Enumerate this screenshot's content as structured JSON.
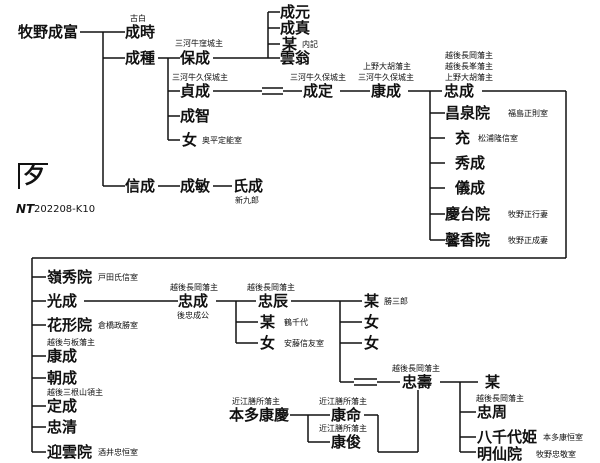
{
  "diagram": {
    "code": "202208-K10",
    "logo_text": "NT",
    "nodes": {
      "makino_narutomi": "牧野成富",
      "narutoki_title": "古白",
      "narutoki": "成時",
      "naritane": "成種",
      "nobushige": "信成",
      "yasunari_title": "三河牛窪城主",
      "yasunari": "保成",
      "sadanari_title": "三河牛久保城主",
      "sadanari": "貞成",
      "naritomo": "成智",
      "onna1": "女",
      "onna1_note": "奥平定能室",
      "narimoto": "成元",
      "narizane": "成真",
      "bou1": "某",
      "bou1_note": "内記",
      "unou": "雲翁",
      "narisada_title": "三河牛久保城主",
      "narisada": "成定",
      "yasunari2_title_1": "上野大胡藩主",
      "yasunari2_title_2": "三河牛久保城主",
      "yasunari2": "康成",
      "tadanari_title_1": "越後長岡藩主",
      "tadanari_title_2": "越後長峯藩主",
      "tadanari_title_3": "上野大胡藩主",
      "tadanari": "忠成",
      "shosenin": "昌泉院",
      "shosenin_note": "福島正則室",
      "mitsuru": "充",
      "mitsuru_note": "松浦隆信室",
      "hidenari": "秀成",
      "ginari": "儀成",
      "keidaiin": "慶台院",
      "keidaiin_note": "牧野正行妻",
      "keikoin": "馨香院",
      "keikoin_note": "牧野正成妻",
      "naritoshi": "成敏",
      "ujinari": "氏成",
      "ujinari_note": "新九郎",
      "reishuin": "嶺秀院",
      "reishuin_note": "戸田氏信室",
      "mitsunari": "光成",
      "kakeiin": "花形院",
      "kakeiin_note": "倉橋政勝室",
      "yasunari3_title": "越後与板藩主",
      "yasunari3": "康成",
      "asanari": "朝成",
      "sadanari2_title": "越後三根山領主",
      "sadanari2": "定成",
      "tadakiyo": "忠清",
      "geiunin": "迎雲院",
      "geiunin_note": "酒井忠恒室",
      "tadanari2_title": "越後長岡藩主",
      "tadanari2": "忠成",
      "tadanari2_note": "後忠成公",
      "tadatoki_title": "越後長岡藩主",
      "tadatoki": "忠辰",
      "bou2": "某",
      "bou2_note": "鶴千代",
      "onna2": "女",
      "onna2_note": "安藤信友室",
      "bou3": "某",
      "bou3_note": "勝三郎",
      "onna3": "女",
      "onna4": "女",
      "tadatoshi_title": "越後長岡藩主",
      "tadatoshi": "忠壽",
      "bou4": "某",
      "tadachika_title": "越後長岡藩主",
      "tadachika": "忠周",
      "yachiyohime": "八千代姫",
      "yachiyohime_note": "本多康恒室",
      "meisenin": "明仙院",
      "meisenin_note": "牧野忠敬室",
      "honda_yasutoshi_title": "近江膳所藩主",
      "honda_yasutoshi": "本多康慶",
      "yasunobu_title": "近江膳所藩主",
      "yasunobu": "康命",
      "yasutoshi2_title": "近江膳所藩主",
      "yasutoshi2": "康俊"
    }
  }
}
